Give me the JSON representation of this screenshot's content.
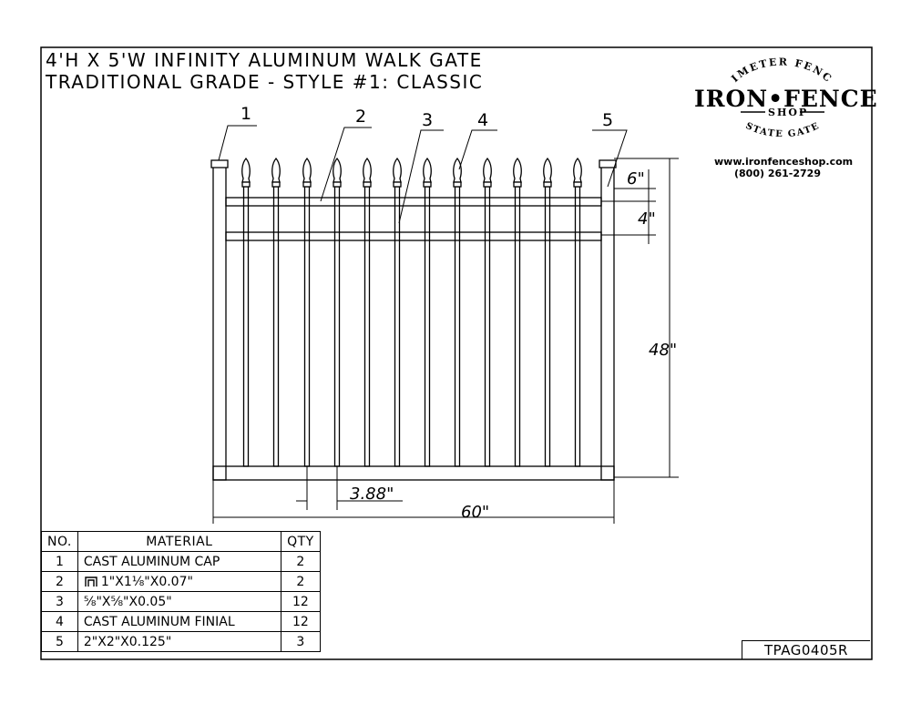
{
  "title": {
    "line1": "4'H X 5'W INFINITY ALUMINUM WALK GATE",
    "line2": "TRADITIONAL GRADE - STYLE #1: CLASSIC"
  },
  "logo": {
    "arc_top": "PERIMETER FENCING",
    "main": "IRON•FENCE",
    "sub": "SHOP",
    "arc_bottom": "ESTATE GATES",
    "website": "www.ironfenceshop.com",
    "phone": "(800) 261-2729"
  },
  "callouts": [
    "1",
    "2",
    "3",
    "4",
    "5"
  ],
  "dimensions": {
    "top_rail_gap": "6\"",
    "rail_spacing": "4\"",
    "height": "48\"",
    "picket_spacing": "3.88\"",
    "width": "60\""
  },
  "bom": {
    "headers": {
      "no": "NO.",
      "material": "MATERIAL",
      "qty": "QTY"
    },
    "rows": [
      {
        "no": "1",
        "material": "CAST ALUMINUM CAP",
        "qty": "2"
      },
      {
        "no": "2",
        "material": "1\"X1⅛\"X0.07\"",
        "qty": "2",
        "icon": "channel-icon"
      },
      {
        "no": "3",
        "material": "⅝\"X⅝\"X0.05\"",
        "qty": "12"
      },
      {
        "no": "4",
        "material": "CAST ALUMINUM FINIAL",
        "qty": "12"
      },
      {
        "no": "5",
        "material": "2\"X2\"X0.125\"",
        "qty": "3"
      }
    ]
  },
  "drawing_number": "TPAG0405R"
}
